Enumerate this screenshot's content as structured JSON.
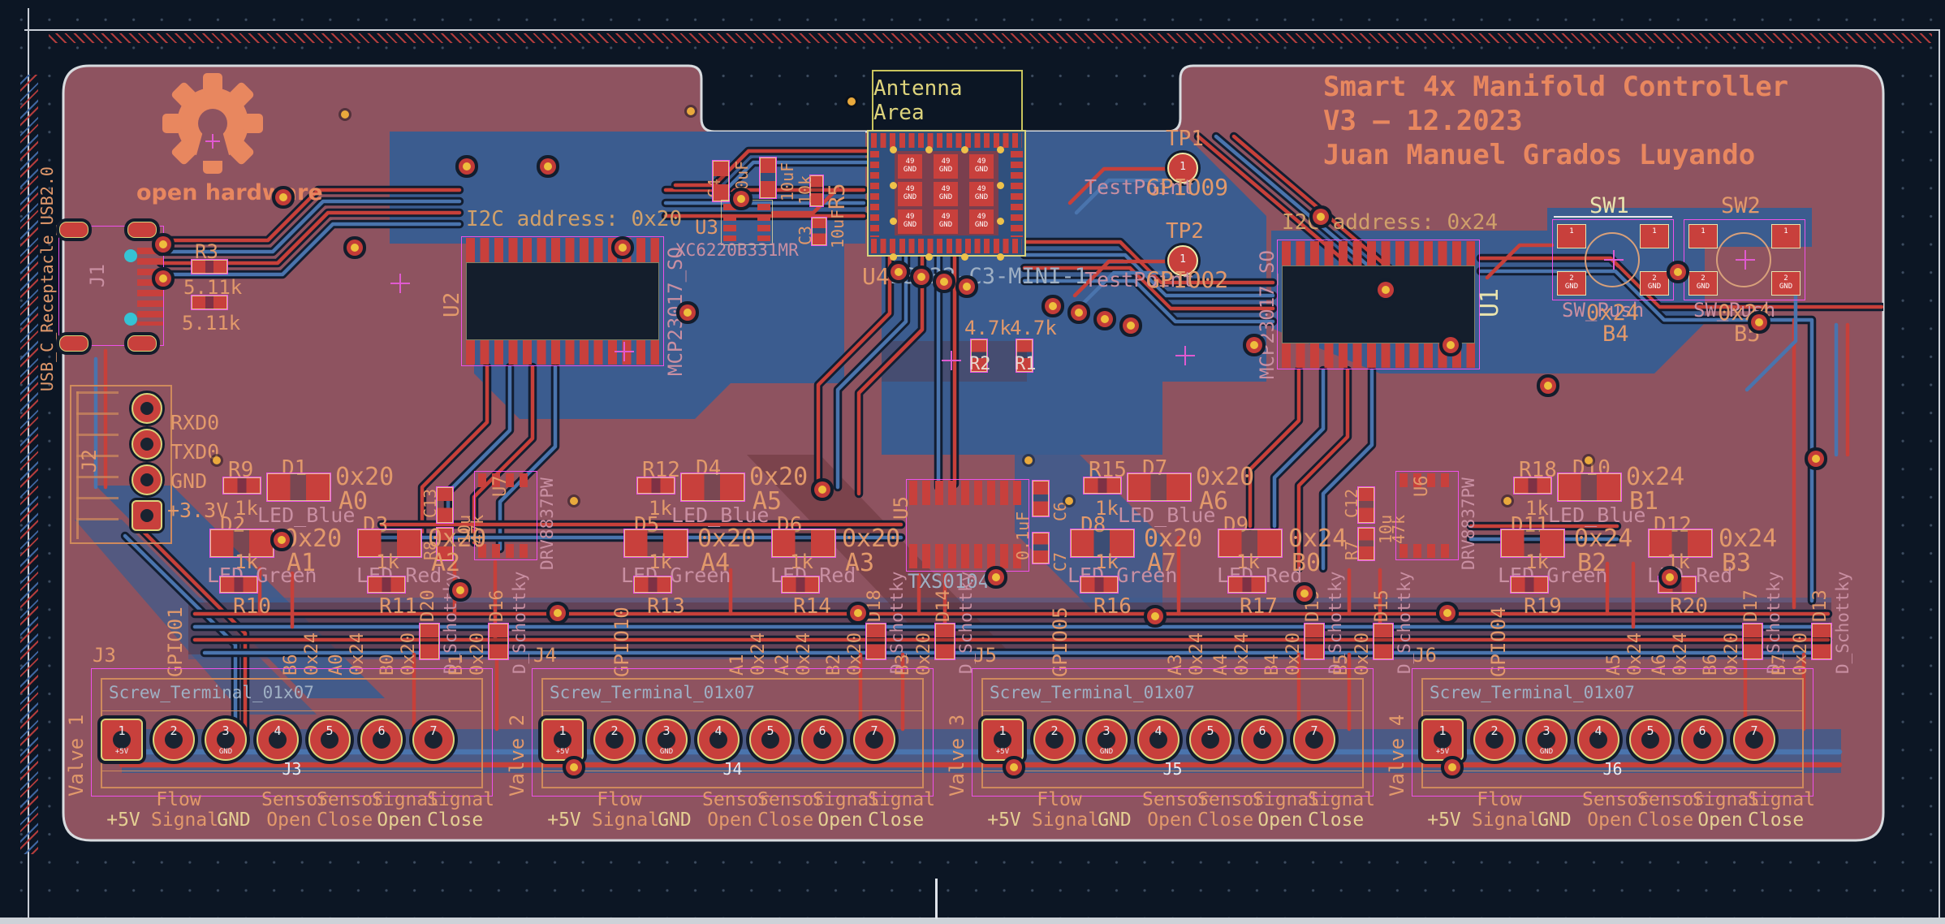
{
  "colors": {
    "canvas_bg": "#0c1624",
    "board": "#8e5360",
    "copper_front": "#c7403a",
    "copper_back": "#4a74ad",
    "zone_blue": "#3b5c8f",
    "silkscreen": "#e2996b",
    "fab_pink": "#c98fa2",
    "fab_gray": "#9fb0c4",
    "board_edge": "#d8dbdf",
    "courtyard": "#ee50e8",
    "comment_yellow": "#ddd37c",
    "via": "#eebf3d"
  },
  "title_block": {
    "line1": "Smart 4x Manifold Controller",
    "line2": "V3 – 12.2023",
    "line3": "Juan Manuel Grados Luyando"
  },
  "logo": {
    "caption": "open hardware"
  },
  "antenna": {
    "label": "Antenna Area"
  },
  "esp32": {
    "ref": "U4",
    "part": "ESP32-C3-MINI-1",
    "gnd_pad_num": "49",
    "gnd_pad_name": "GND"
  },
  "expanders": [
    {
      "ref": "U2",
      "part": "MCP23017_SO",
      "i2c": "I2C address: 0x20"
    },
    {
      "ref": "U1",
      "part": "MCP23017_SO",
      "i2c": "I2C address: 0x24"
    }
  ],
  "regulator": {
    "ref": "U3",
    "part": "XC6220B331MR",
    "c4": "C4",
    "c4_val": "10uF",
    "c2_val": "10uF",
    "c3": "C3",
    "c3_val": "10uF",
    "r5": "R5",
    "r5_val": "10k"
  },
  "level_shifter": {
    "ref": "U5",
    "part": "TXS0104D",
    "c6": "C6",
    "c6_val": "0.1uF",
    "c7": "C7"
  },
  "pullups": {
    "r2": "R2",
    "r1": "R1",
    "val": "4.7k"
  },
  "testpoints": [
    {
      "ref": "TP1",
      "fab": "TestPoint",
      "signal": "GPIO09",
      "pin": "1"
    },
    {
      "ref": "TP2",
      "fab": "TestPoint",
      "signal": "GPIO02",
      "pin": "1"
    }
  ],
  "switches": {
    "fab": "SW_Push",
    "pin1": "1",
    "pin2": "2",
    "gnd": "GND",
    "items": [
      {
        "ref": "SW1",
        "addr": "0x24",
        "bit": "B4"
      },
      {
        "ref": "SW2",
        "addr": "0x24",
        "bit": "B5"
      }
    ]
  },
  "usb": {
    "receptacle": "USB_C_Receptacle_USB2.0",
    "j1": "J1",
    "r3": "R3",
    "r_val": "5.11k",
    "j2": "J2",
    "j2_pins": [
      "RXD0",
      "TXD0",
      "GND",
      "+3.3V"
    ]
  },
  "drivers": [
    {
      "ref": "U7",
      "part": "DRV8837PW",
      "cap": "C13",
      "cap_val": "10u",
      "res": "R8",
      "res_val": "47k"
    },
    {
      "ref": "U6",
      "part": "DRV8837PW",
      "cap": "C12",
      "cap_val": "10u",
      "res": "R7",
      "res_val": "47k"
    }
  ],
  "led_value": "1k",
  "led_clusters": [
    {
      "r_top": "R9",
      "d_blue": "D1",
      "blue_addr": "0x20",
      "blue_bit": "A0",
      "led_blue": "LED_Blue",
      "d_green": "D2",
      "green_addr": "0x20",
      "green_bit": "A1",
      "led_green": "LED_Green",
      "r_green": "R10",
      "d_red": "D3",
      "red_addr": "0x20",
      "red_bit": "A2",
      "led_red": "LED_Red",
      "r_red": "R11"
    },
    {
      "r_top": "R12",
      "d_blue": "D4",
      "blue_addr": "0x20",
      "blue_bit": "A5",
      "led_blue": "LED_Blue",
      "d_green": "D5",
      "green_addr": "0x20",
      "green_bit": "A4",
      "led_green": "LED_Green",
      "r_green": "R13",
      "d_red": "D6",
      "red_addr": "0x20",
      "red_bit": "A3",
      "led_red": "LED_Red",
      "r_red": "R14"
    },
    {
      "r_top": "R15",
      "d_blue": "D7",
      "blue_addr": "0x20",
      "blue_bit": "A6",
      "led_blue": "LED_Blue",
      "d_green": "D8",
      "green_addr": "0x20",
      "green_bit": "A7",
      "led_green": "LED_Green",
      "r_green": "R16",
      "d_red": "D9",
      "red_addr": "0x24",
      "red_bit": "B0",
      "led_red": "LED_Red",
      "r_red": "R17"
    },
    {
      "r_top": "R18",
      "d_blue": "D10",
      "blue_addr": "0x24",
      "blue_bit": "B1",
      "led_blue": "LED_Blue",
      "d_green": "D11",
      "green_addr": "0x24",
      "green_bit": "B2",
      "led_green": "LED_Green",
      "r_green": "R19",
      "d_red": "D12",
      "red_addr": "0x24",
      "red_bit": "B3",
      "led_red": "LED_Red",
      "r_red": "R20"
    }
  ],
  "schottky_part": "D_Schottky",
  "valve_groups": [
    {
      "gpio": "GPIO01",
      "a1_bit": "B6",
      "a1_addr": "0x24",
      "a2_bit": "A0",
      "a2_addr": "0x24",
      "s1_ref": "D20",
      "s1_bit": "B0",
      "s1_addr": "0x20",
      "s2_ref": "D16",
      "s2_bit": "B1",
      "s2_addr": "0x20"
    },
    {
      "gpio": "GPIO10",
      "a1_bit": "A1",
      "a1_addr": "0x24",
      "a2_bit": "A2",
      "a2_addr": "0x24",
      "s1_ref": "D18",
      "s1_bit": "B2",
      "s1_addr": "0x20",
      "s2_ref": "D14",
      "s2_bit": "B3",
      "s2_addr": "0x20"
    },
    {
      "gpio": "GPIO05",
      "a1_bit": "A3",
      "a1_addr": "0x24",
      "a2_bit": "A4",
      "a2_addr": "0x24",
      "s1_ref": "D19",
      "s1_bit": "B4",
      "s1_addr": "0x20",
      "s2_ref": "D15",
      "s2_bit": "B5",
      "s2_addr": "0x20"
    },
    {
      "gpio": "GPIO04",
      "a1_bit": "A5",
      "a1_addr": "0x24",
      "a2_bit": "A6",
      "a2_addr": "0x24",
      "s1_ref": "D17",
      "s1_bit": "B6",
      "s1_addr": "0x20",
      "s2_ref": "D13",
      "s2_bit": "B7",
      "s2_addr": "0x20"
    }
  ],
  "terminals": {
    "part": "Screw_Terminal_01x07",
    "pad1_label": "+5V",
    "pad3_label": "GND",
    "pins": [
      "1",
      "2",
      "3",
      "4",
      "5",
      "6",
      "7"
    ],
    "pin_labels": [
      {
        "l1": "",
        "l2": "+5V"
      },
      {
        "l1": "Flow",
        "l2": "Signal"
      },
      {
        "l1": "",
        "l2": "GND"
      },
      {
        "l1": "Sensor",
        "l2": "Open"
      },
      {
        "l1": "Sensor",
        "l2": "Close"
      },
      {
        "l1": "Signal",
        "l2": "Open"
      },
      {
        "l1": "Signal",
        "l2": "Close"
      }
    ],
    "items": [
      {
        "ref": "J3",
        "valve": "Valve 1"
      },
      {
        "ref": "J4",
        "valve": "Valve 2"
      },
      {
        "ref": "J5",
        "valve": "Valve 3"
      },
      {
        "ref": "J6",
        "valve": "Valve 4"
      }
    ]
  }
}
